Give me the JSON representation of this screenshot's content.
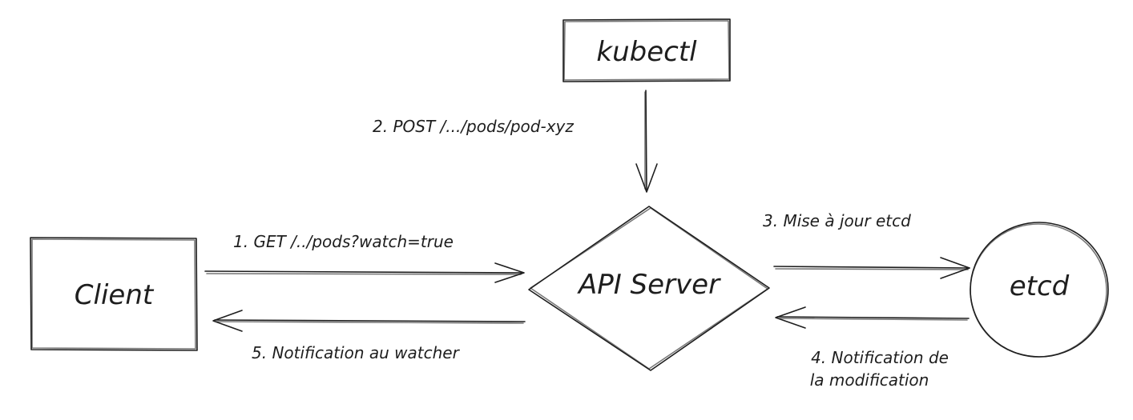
{
  "nodes": {
    "kubectl": {
      "label": "kubectl"
    },
    "client": {
      "label": "Client"
    },
    "api_server": {
      "label": "API Server"
    },
    "etcd": {
      "label": "etcd"
    }
  },
  "edges": {
    "step1": {
      "label": "1. GET /../pods?watch=true"
    },
    "step2": {
      "label": "2. POST /.../pods/pod-xyz"
    },
    "step3": {
      "label": "3. Mise à jour etcd"
    },
    "step4": {
      "line1": "4. Notification de",
      "line2": "la modification"
    },
    "step5": {
      "label": "5. Notification au watcher"
    }
  },
  "colors": {
    "stroke": "#1e1e1e",
    "background": "#ffffff"
  }
}
